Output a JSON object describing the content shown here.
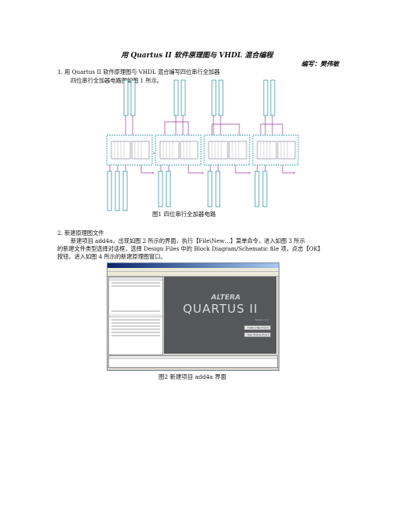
{
  "title": "用 Quartus II 软件原理图与 VHDL 混合编程",
  "author": "编写：樊伟敏",
  "section1": {
    "heading": "1. 用 Quartus II 软件原理图与 VHDL 混合编写四位串行全加器",
    "body": "四位串行全加器电路图如图 1 所示。"
  },
  "figure1": {
    "caption": "图1  四位串行全加器电路",
    "blocks": 4,
    "wire_color": "#9b3fa0"
  },
  "section2": {
    "heading": "2. 新建原理图文件",
    "body_line1": "新建项目 add4a，出现如图 2 所示的界面，执行【File\\New…】菜单命令，进入如图 3 所示",
    "body_line2": "的新建文件类型选择对话框，选择 Design Files 中的 Block Diagram/Schematic file 项，点击【OK】",
    "body_line3": "按钮，进入如图 4 所示的新建原理图窗口。"
  },
  "figure2": {
    "caption": "图2  新建项目 add4a 界面",
    "logo_brand": "ALTERA",
    "logo_product": "QUARTUS II",
    "logo_version": "Version 6.0",
    "buttons": [
      "Create a New Project",
      "Open Existing Project"
    ]
  }
}
